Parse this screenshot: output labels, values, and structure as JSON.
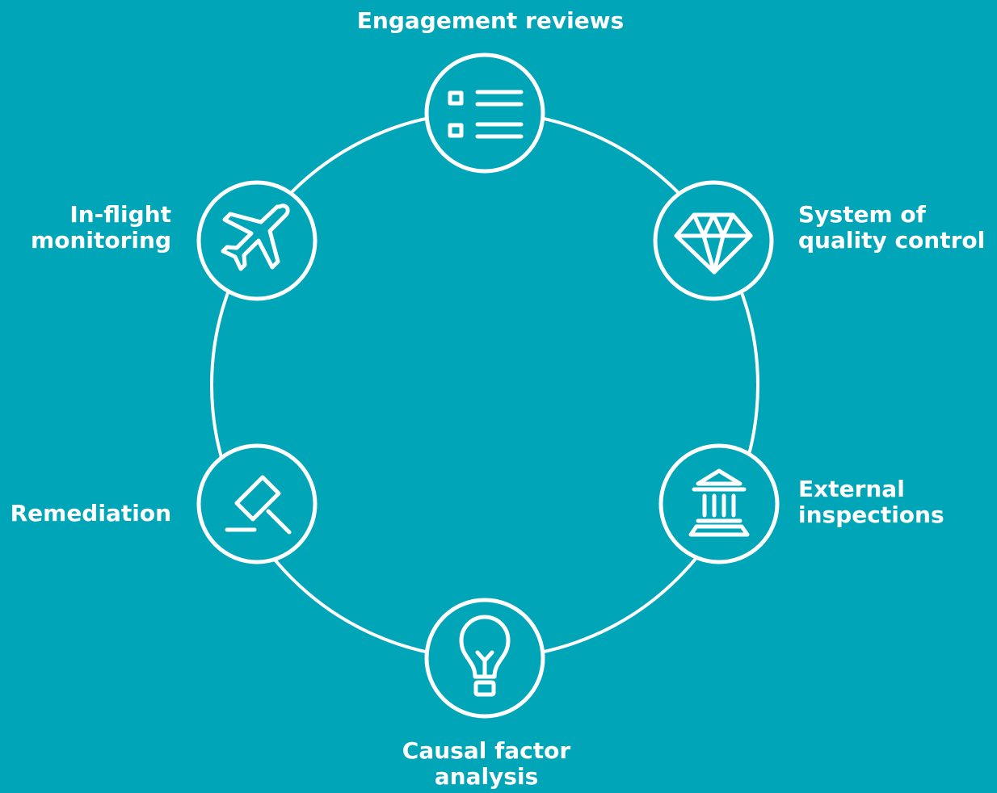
{
  "colors": {
    "background": "#00A6B8",
    "stroke": "#FFFFFF",
    "text": "#FFFFFF"
  },
  "cycle": {
    "nodes": [
      {
        "id": "engagement-reviews",
        "lines": [
          "Engagement reviews"
        ],
        "icon": "checklist-icon"
      },
      {
        "id": "system-of-quality-control",
        "lines": [
          "System of",
          "quality control"
        ],
        "icon": "diamond-icon"
      },
      {
        "id": "external-inspections",
        "lines": [
          "External",
          "inspections"
        ],
        "icon": "bank-building-icon"
      },
      {
        "id": "causal-factor-analysis",
        "lines": [
          "Causal factor",
          "analysis"
        ],
        "icon": "lightbulb-icon"
      },
      {
        "id": "remediation",
        "lines": [
          "Remediation"
        ],
        "icon": "gavel-icon"
      },
      {
        "id": "in-flight-monitoring",
        "lines": [
          "In-flight",
          "monitoring"
        ],
        "icon": "airplane-icon"
      }
    ]
  }
}
